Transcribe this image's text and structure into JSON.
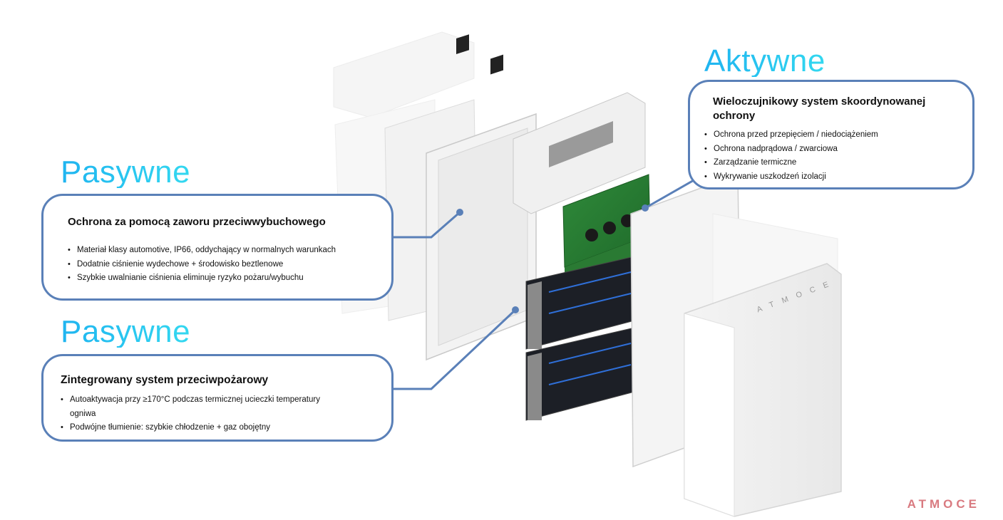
{
  "sections": [
    {
      "heading": "Pasywne",
      "title": "Ochrona za pomocą zaworu przeciwwybuchowego",
      "bullets": [
        "Materiał klasy automotive, IP66, oddychający w normalnych warunkach",
        "Dodatnie ciśnienie wydechowe + środowisko beztlenowe",
        "Szybkie uwalnianie ciśnienia eliminuje ryzyko pożaru/wybuchu"
      ]
    },
    {
      "heading": "Pasywne",
      "title": "Zintegrowany system przeciwpożarowy",
      "bullets": [
        "Autoaktywacja przy ≥170°C podczas termicznej ucieczki temperatury ogniwa",
        "Podwójne tłumienie: szybkie chłodzenie + gaz obojętny"
      ]
    },
    {
      "heading": "Aktywne",
      "title": "Wieloczujnikowy system skoordynowanej ochrony",
      "bullets": [
        "Ochrona przed przepięciem / niedociążeniem",
        "Ochrona nadprądowa / zwarciowa",
        "Zarządzanie termiczne",
        "Wykrywanie uszkodzeń izolacji"
      ]
    }
  ],
  "cover_brand": "ATMOCE",
  "logo": "ATMOCE",
  "colors": {
    "heading": "#1fb4f0",
    "callout_border": "#5a80b8",
    "logo": "#d97a80"
  }
}
